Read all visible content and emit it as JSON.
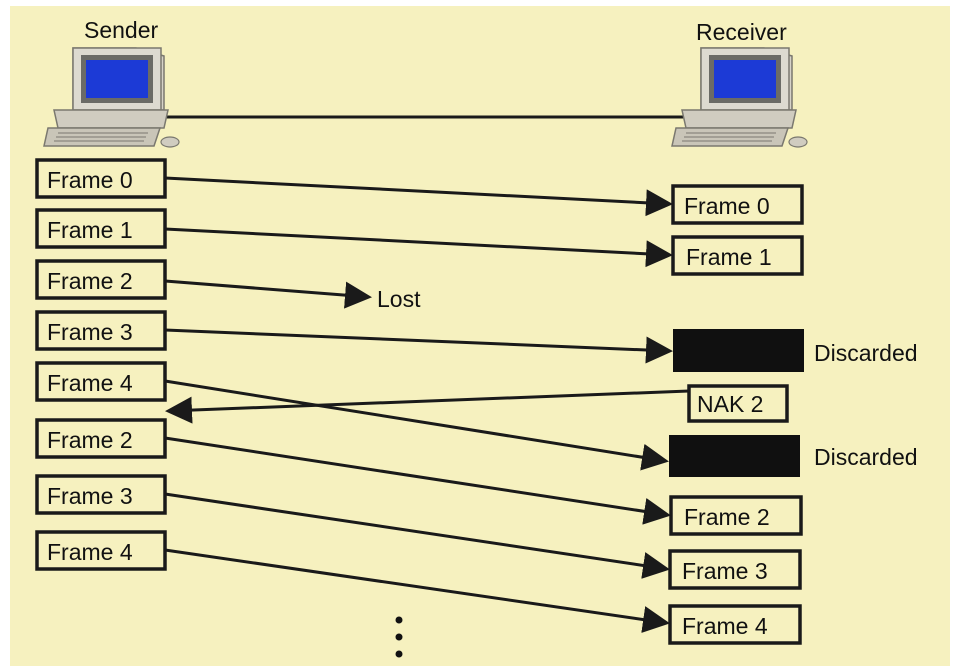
{
  "title": "",
  "sender_label": "Sender",
  "receiver_label": "Receiver",
  "lost_label": "Lost",
  "ellipsis": "⋮",
  "colors": {
    "background": "#f6f1bf",
    "box_outline": "#1a1a1a",
    "discarded_fill": "#101010",
    "monitor_screen": "#1c3ad6"
  },
  "sender_frames": [
    {
      "label": "Frame 0"
    },
    {
      "label": "Frame 1"
    },
    {
      "label": "Frame 2"
    },
    {
      "label": "Frame 3"
    },
    {
      "label": "Frame 4"
    },
    {
      "label": "Frame 2"
    },
    {
      "label": "Frame 3"
    },
    {
      "label": "Frame 4"
    }
  ],
  "receiver_items": [
    {
      "label": "Frame 0",
      "state": "received"
    },
    {
      "label": "Frame 1",
      "state": "received"
    },
    {
      "label": "Discarded",
      "state": "discarded"
    },
    {
      "label": "NAK 2",
      "state": "nak"
    },
    {
      "label": "Discarded",
      "state": "discarded"
    },
    {
      "label": "Frame 2",
      "state": "received"
    },
    {
      "label": "Frame 3",
      "state": "received"
    },
    {
      "label": "Frame 4",
      "state": "received"
    }
  ]
}
